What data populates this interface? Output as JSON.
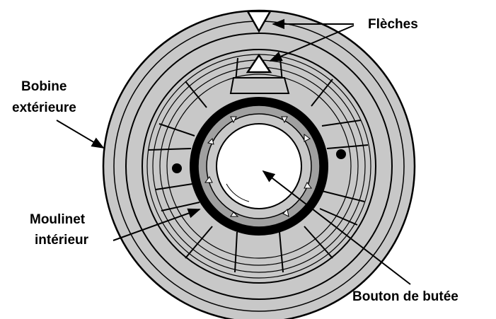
{
  "labels": {
    "arrows": "Flèches",
    "outer_spool_line1": "Bobine",
    "outer_spool_line2": "extérieure",
    "inner_reel_line1": "Moulinet",
    "inner_reel_line2": "intérieur",
    "stop_button": "Bouton de butée"
  },
  "colors": {
    "spool_fill": "#c8c8c8",
    "hub_fill": "#a0a0a0",
    "outline": "#000000",
    "button_fill": "#ffffff"
  },
  "icons": {
    "outer_arrow": "triangle-down-icon",
    "inner_arrow": "triangle-up-icon"
  }
}
